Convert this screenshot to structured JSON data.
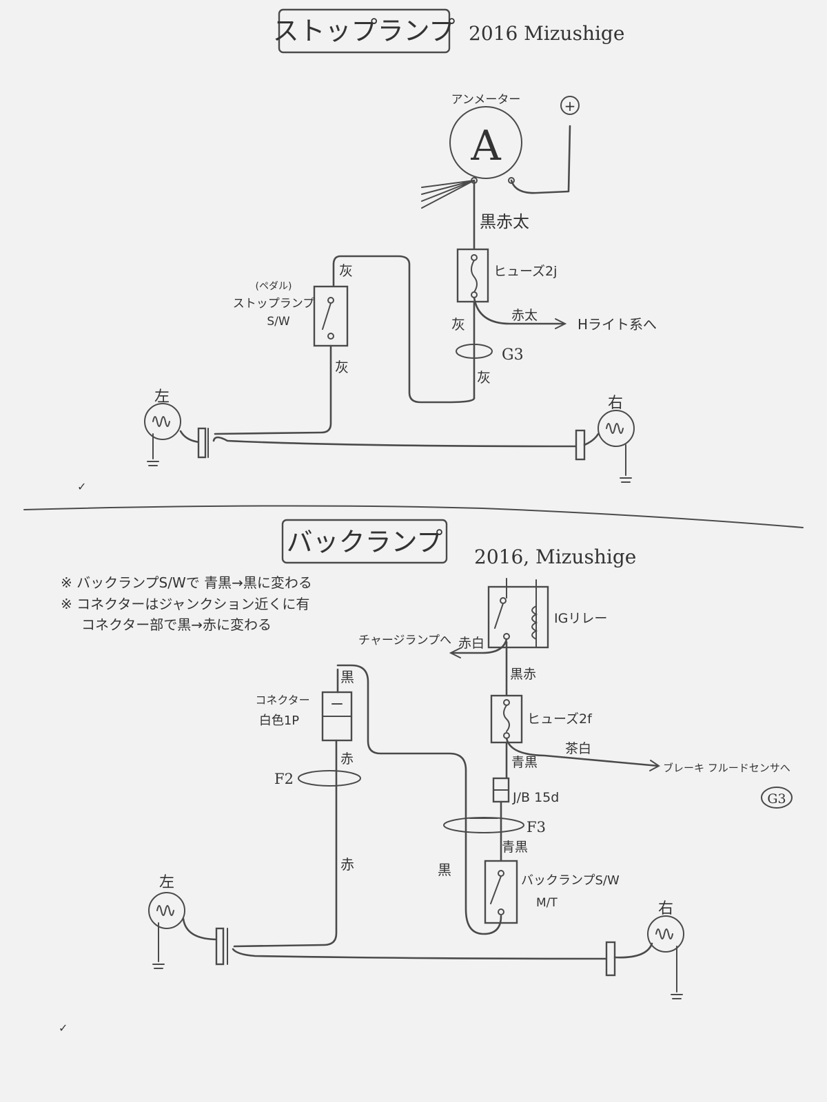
{
  "stop": {
    "title": "ストップランプ",
    "credit": "2016 Mizushige",
    "ammeter_label": "アンメーター",
    "ammeter_letter": "A",
    "plus": "+",
    "wire_kurosekifuto": "黒赤太",
    "fuse_label": "ヒューズ2j",
    "wire_sekifuto": "赤太",
    "hlight_dest": "Hライト系へ",
    "gray1": "灰",
    "gray2": "灰",
    "gray3": "灰",
    "gray4": "灰",
    "g3": "G3",
    "switch_label_1": "(ペダル)",
    "switch_label_2": "ストップランプ",
    "switch_label_3": "S/W",
    "left": "左",
    "right": "右",
    "check": "✓"
  },
  "back": {
    "title": "バックランプ",
    "credit": "2016, Mizushige",
    "note1": "※ バックランプS/Wで 青黒→黒に変わる",
    "note2": "※ コネクターはジャンクション近くに有",
    "note3": "コネクター部で黒→赤に変わる",
    "relay_label": "IGリレー",
    "charge_dest": "チャージランプへ",
    "wire_akashiro": "赤白",
    "wire_kuroaka": "黒赤",
    "fuse_label": "ヒューズ2f",
    "wire_chashiro": "茶白",
    "brake_dest": "ブレーキ フルードセンサへ",
    "g3": "G3",
    "wire_aoguro1": "青黒",
    "wire_aoguro2": "青黒",
    "jb": "J/B 15d",
    "f3": "F3",
    "f2": "F2",
    "connector_label_1": "コネクター",
    "connector_label_2": "白色1P",
    "wire_kuro_top": "黒",
    "wire_aka1": "赤",
    "wire_aka2": "赤",
    "wire_kuro_left": "黒",
    "switch_label_1": "バックランプS/W",
    "switch_label_2": "M/T",
    "left": "左",
    "right": "右",
    "check": "✓"
  }
}
